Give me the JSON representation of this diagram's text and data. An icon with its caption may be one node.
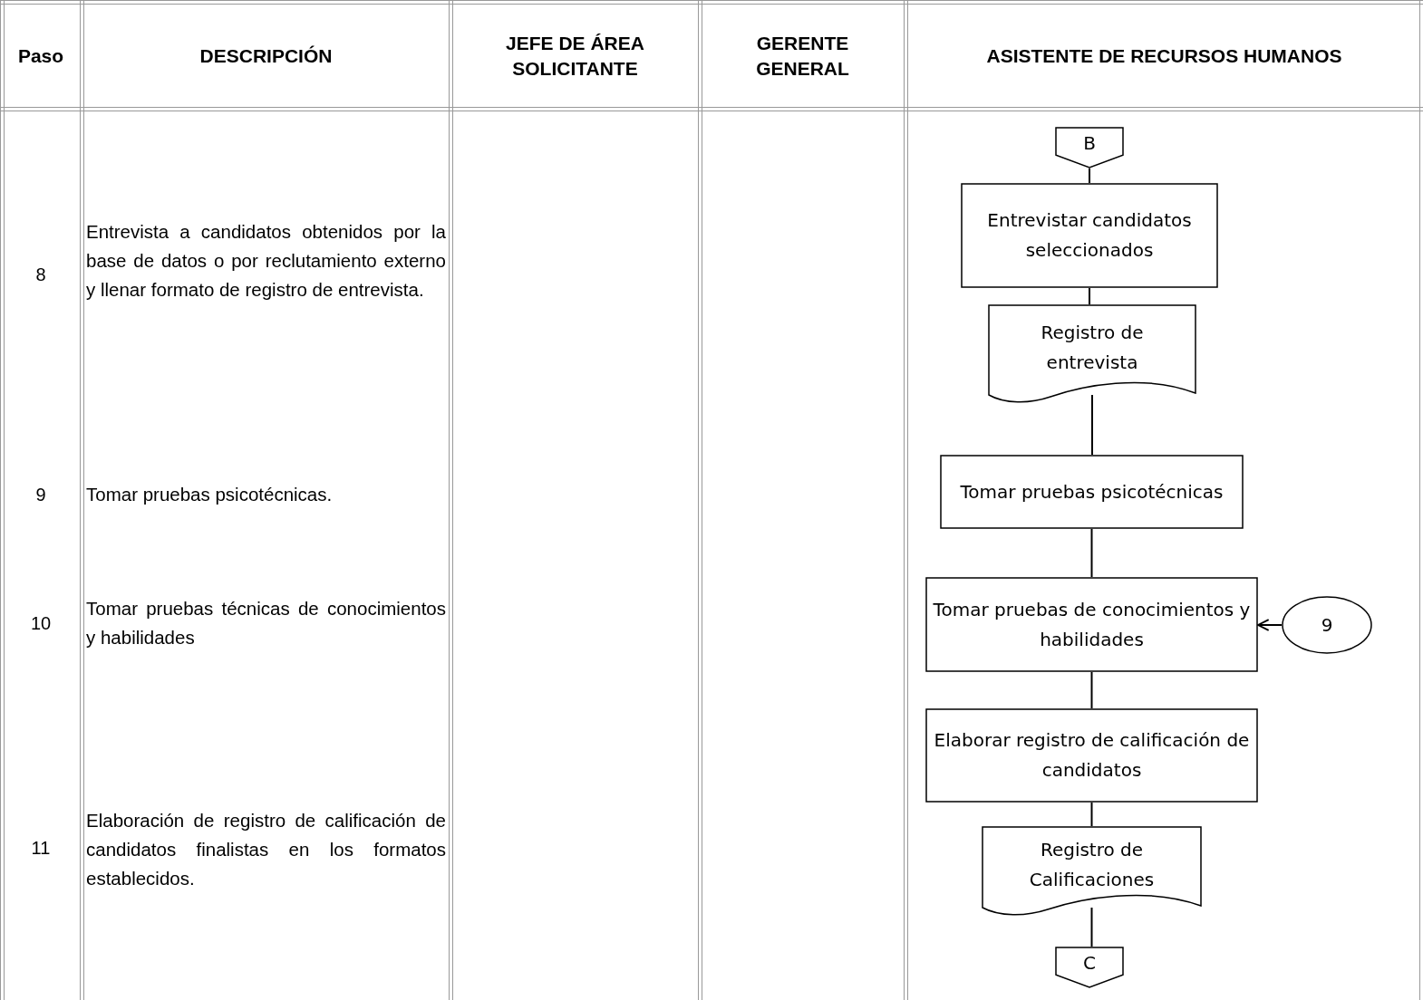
{
  "diagram": {
    "nodes": [
      {
        "text": [
          "B"
        ]
      },
      {
        "text": [
          "Entrevistar candidatos seleccionados"
        ]
      },
      {
        "text": [
          "Registro de entrevista"
        ]
      },
      {
        "text": [
          "Tomar pruebas psicotécnicas"
        ]
      },
      {
        "text": [
          "Tomar pruebas de conocimientos y habilidades"
        ]
      },
      {
        "text": [
          "Elaborar registro de calificación de candidatos"
        ]
      },
      {
        "text": [
          "Registro de Calificaciones"
        ]
      },
      {
        "text": [
          "C"
        ]
      },
      {
        "text": [
          "9"
        ]
      }
    ],
    "edges": [
      {
        "from": 0,
        "to": 1,
        "arrow": "none"
      },
      {
        "from": 1,
        "to": 2,
        "arrow": "none"
      },
      {
        "from": 2,
        "to": 3,
        "arrow": "none"
      },
      {
        "from": 3,
        "to": 4,
        "arrow": "none"
      },
      {
        "from": 4,
        "to": 5,
        "arrow": "none"
      },
      {
        "from": 5,
        "to": 6,
        "arrow": "none"
      },
      {
        "from": 6,
        "to": 7,
        "arrow": "none"
      },
      {
        "from": 8,
        "to": 4,
        "arrow": "to"
      }
    ],
    "labels": [
      "Paso",
      "DESCRIPCIÓN",
      "JEFE DE ÁREA SOLICITANTE",
      "GERENTE GENERAL",
      "ASISTENTE DE RECURSOS HUMANOS",
      "8",
      "Entrevista a candidatos obtenidos por la base de datos o por reclutamiento externo y llenar formato de registro de entrevista.",
      "9",
      "Tomar pruebas psicotécnicas.",
      "10",
      "Tomar pruebas técnicas de conocimientos y habilidades",
      "11",
      "Elaboración de registro de calificación de candidatos finalistas en los formatos establecidos."
    ]
  }
}
